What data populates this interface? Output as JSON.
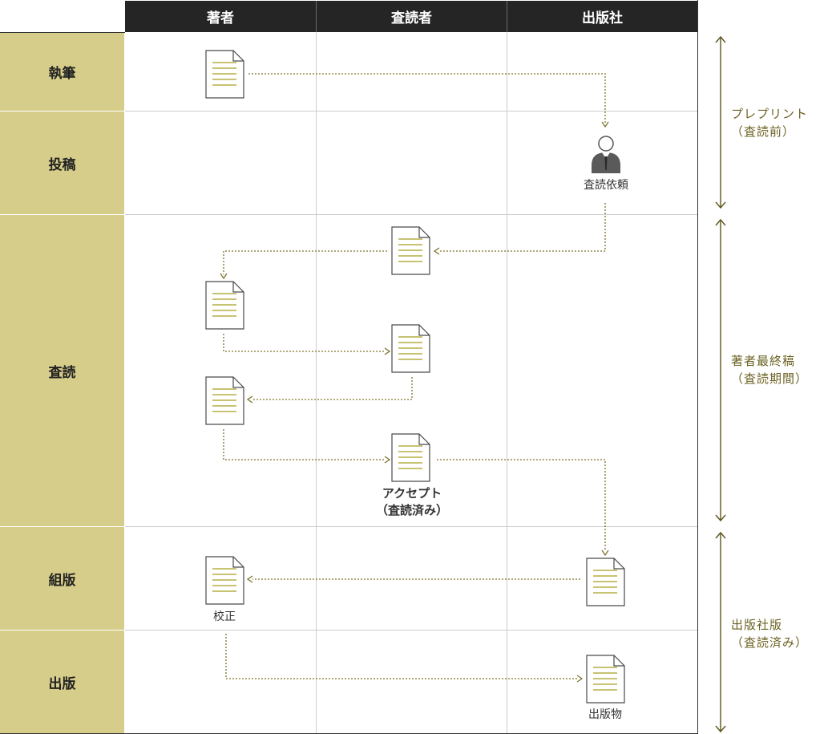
{
  "columns": [
    {
      "id": "author",
      "label": "著者"
    },
    {
      "id": "reviewer",
      "label": "査読者"
    },
    {
      "id": "publisher",
      "label": "出版社"
    }
  ],
  "lanes": [
    {
      "id": "writing",
      "label": "執筆"
    },
    {
      "id": "submission",
      "label": "投稿"
    },
    {
      "id": "review",
      "label": "査読"
    },
    {
      "id": "typesetting",
      "label": "組版"
    },
    {
      "id": "publication",
      "label": "出版"
    }
  ],
  "captions": {
    "review_request": "査読依頼",
    "accept_line1": "アクセプト",
    "accept_line2": "（査読済み）",
    "proofreading": "校正",
    "publication_item": "出版物"
  },
  "phases": [
    {
      "line1": "プレプリント",
      "line2": "（査読前）"
    },
    {
      "line1": "著者最終稿",
      "line2": "（査読期間）"
    },
    {
      "line1": "出版社版",
      "line2": "（査読済み）"
    }
  ],
  "colors": {
    "header_bg": "#252525",
    "lane_bg": "#d7cd8a",
    "accent": "#6b6222",
    "doc_lines": "#b5ad45",
    "arrow": "#7d732a",
    "grid": "#cccccc"
  },
  "icons": {
    "document": "document-icon",
    "person": "person-icon",
    "arrow": "arrow-icon"
  }
}
